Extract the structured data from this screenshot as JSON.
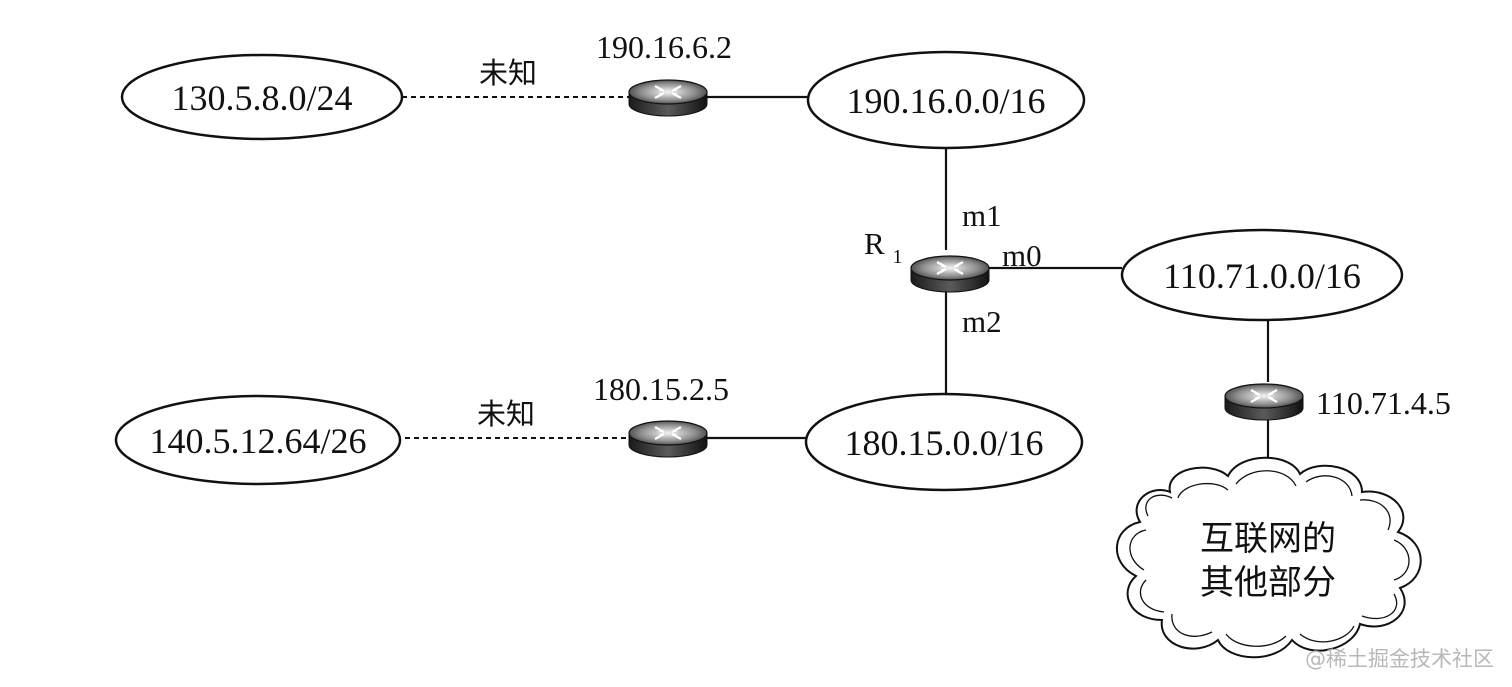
{
  "networks": {
    "net_130": "130.5.8.0/24",
    "net_190": "190.16.0.0/16",
    "net_110": "110.71.0.0/16",
    "net_140": "140.5.12.64/26",
    "net_180": "180.15.0.0/16"
  },
  "routers": {
    "router_top": "190.16.6.2",
    "router_bottom": "180.15.2.5",
    "router_right": "110.71.4.5",
    "r1_name": "R",
    "r1_subscript": "1"
  },
  "interfaces": {
    "m1": "m1",
    "m0": "m0",
    "m2": "m2"
  },
  "links": {
    "unknown_top": "未知",
    "unknown_bottom": "未知"
  },
  "cloud": {
    "line1": "互联网的",
    "line2": "其他部分"
  },
  "watermark": "@稀土掘金技术社区"
}
